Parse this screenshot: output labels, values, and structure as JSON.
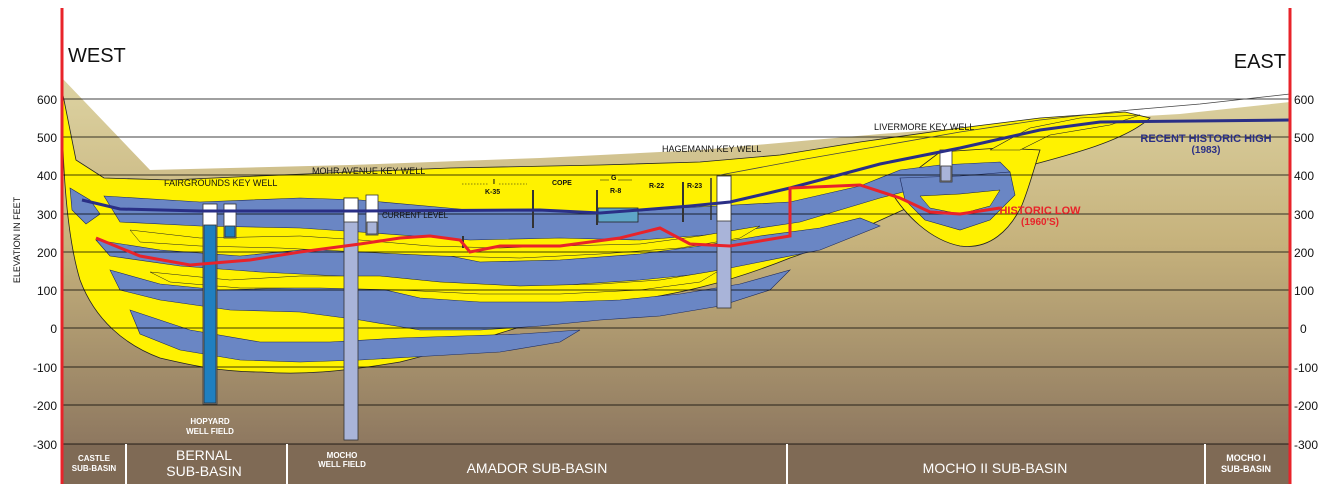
{
  "directions": {
    "west": "WEST",
    "east": "EAST"
  },
  "axis": {
    "ylabel": "ELEVATION IN FEET",
    "ticks": [
      "600",
      "500",
      "400",
      "300",
      "200",
      "100",
      "0",
      "-100",
      "-200",
      "-300"
    ]
  },
  "wells": {
    "fairgrounds": "FAIRGROUNDS KEY WELL",
    "mohr_avenue": "MOHR AVENUE KEY WELL",
    "hagemann": "HAGEMANN KEY WELL",
    "livermore": "LIVERMORE KEY WELL",
    "k35_marker": "I",
    "k35": "K-35",
    "cope": "COPE",
    "g_marker": "G",
    "r8": "R-8",
    "r22": "R-22",
    "r23": "R-23"
  },
  "levels": {
    "current": "CURRENT LEVEL",
    "historic_high": "RECENT HISTORIC HIGH",
    "historic_high_year": "(1983)",
    "historic_low": "HISTORIC LOW",
    "historic_low_year": "(1960'S)"
  },
  "well_fields": {
    "hopyard_1": "HOPYARD",
    "hopyard_2": "WELL FIELD",
    "mocho_1": "MOCHO",
    "mocho_2": "WELL FIELD"
  },
  "sub_basins": {
    "castle_1": "CASTLE",
    "castle_2": "SUB-BASIN",
    "bernal_1": "BERNAL",
    "bernal_2": "SUB-BASIN",
    "amador": "AMADOR SUB-BASIN",
    "mocho2": "MOCHO II SUB-BASIN",
    "mocho1_1": "MOCHO I",
    "mocho1_2": "SUB-BASIN"
  },
  "colors": {
    "aquifer": "#6a86c4",
    "clay": "#fff200",
    "bedrock_top": "#d9cf9a",
    "bedrock_bottom": "#9a8367",
    "current_level": "#2a2f86",
    "historic_low": "#e8232a",
    "frame": "#e8232a"
  }
}
